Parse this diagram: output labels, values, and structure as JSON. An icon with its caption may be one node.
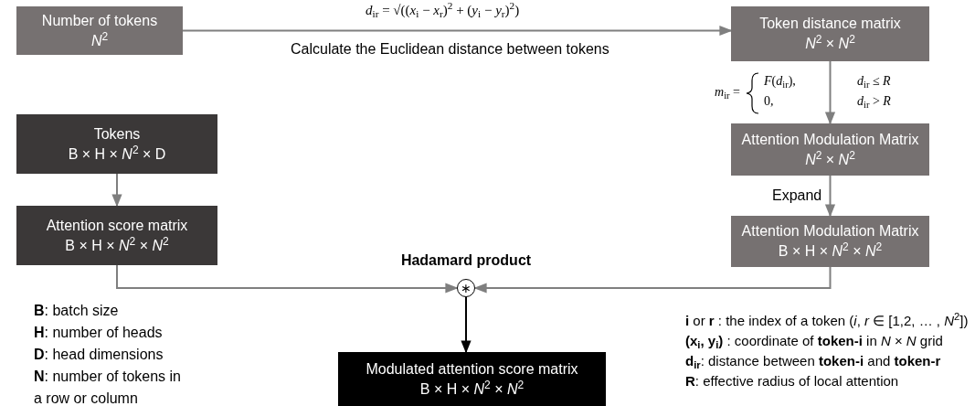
{
  "diagram": {
    "nodes": [
      {
        "text": [
          "Number of tokens",
          "*N*$^{2}$"
        ]
      },
      {
        "text": [
          "Token distance matrix",
          "*N*$^{2}$ × *N*$^{2}$"
        ]
      },
      {
        "text": [
          "Tokens",
          "B × H × *N*$^{2}$ × D"
        ]
      },
      {
        "text": [
          "Attention score matrix",
          "B × H × *N*$^{2}$ × *N*$^{2}$"
        ]
      },
      {
        "text": [
          "Attention Modulation Matrix",
          "*N*$^{2}$ × *N*$^{2}$"
        ]
      },
      {
        "text": [
          "Attention Modulation Matrix",
          "B × H × *N*$^{2}$ × *N*$^{2}$"
        ]
      },
      {
        "text": [
          "∗"
        ],
        "beside": [
          "Hadamard product"
        ]
      },
      {
        "text": [
          "Modulated attention score matrix",
          "B × H × *N*$^{2}$ × *N*$^{2}$"
        ]
      }
    ],
    "edges": [
      {
        "from": 0,
        "to": 1,
        "arrow": "to",
        "label": "Calculate the Euclidean distance between tokens"
      },
      {
        "from": 1,
        "to": 4,
        "arrow": "to"
      },
      {
        "from": 4,
        "to": 5,
        "arrow": "to",
        "label": "Expand"
      },
      {
        "from": 2,
        "to": 3,
        "arrow": "to"
      },
      {
        "from": 3,
        "to": 6,
        "arrow": "to"
      },
      {
        "from": 5,
        "to": 6,
        "arrow": "to"
      },
      {
        "from": 6,
        "to": 7,
        "arrow": "to",
        "color": "#000000"
      }
    ],
    "labels": [
      "*d*$_{ir}$ = √((*x*$_{i}$ − *x*$_{r}$)$^{2}$ + (*y*$_{i}$ − *y*$_{r}$)$^{2}$)",
      "*m*$_{ir}$ =",
      "*F*(*d*$_{ir}$),",
      "*d*$_{ir}$ ≤ *R*",
      "0,",
      "*d*$_{ir}$ > *R*",
      "**B**: batch size",
      "**H**: number of heads",
      "**D**: head dimensions",
      "**N**: number of tokens in a row or column",
      "**i** or **r** : the index of a token (*i*, *r* ∈ [1,2, … , *N*$^{2}$])",
      "**(x$_{i}$, y$_{i}$)** : coordinate of **token-i** in *N* × *N* grid",
      "**d$_{ir}$**: distance between **token-i** and **token-r**",
      "**R**: effective radius of local attention"
    ]
  }
}
